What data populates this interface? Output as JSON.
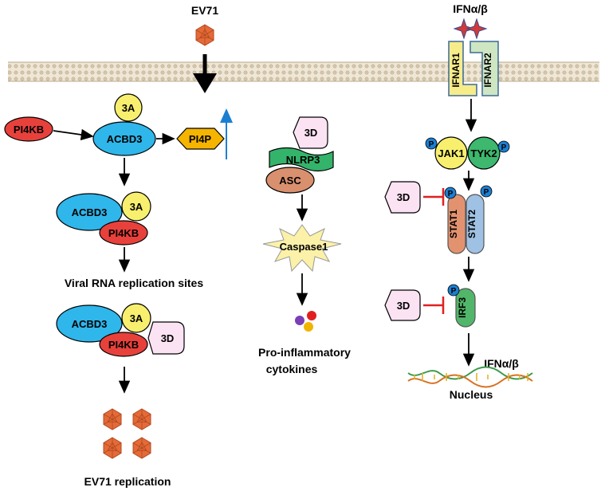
{
  "labels": {
    "ev71_top": "EV71",
    "ifn_top": "IFNα/β",
    "ifnar1": "IFNAR1",
    "ifnar2": "IFNAR2",
    "pi4kb": "PI4KB",
    "acbd3": "ACBD3",
    "a3": "3A",
    "pi4p": "PI4P",
    "viral_rna": "Viral RNA replication sites",
    "d3": "3D",
    "ev71_replication": "EV71 replication",
    "nlrp3": "NLRP3",
    "asc": "ASC",
    "caspase1": "Caspase1",
    "proinflam_line1": "Pro-inflammatory",
    "proinflam_line2": "cytokines",
    "jak1": "JAK1",
    "tyk2": "TYK2",
    "p": "P",
    "stat1": "STAT1",
    "stat2": "STAT2",
    "irf3": "IRF3",
    "ifn_bottom": "IFNα/β",
    "nucleus": "Nucleus"
  },
  "colors": {
    "pi4kb": "#e8413c",
    "acbd3": "#2fb6ea",
    "a3": "#f8ef6e",
    "pi4p": "#f5b400",
    "d3": "#fbe3f3",
    "nlrp3": "#34b36a",
    "asc": "#d9906e",
    "caspase": "#fbf1a8",
    "jak1": "#f8ef6e",
    "tyk2": "#3db86e",
    "phospho": "#1b7fd1",
    "stat1": "#e39270",
    "stat2": "#9fc1e4",
    "irf3": "#52b66a",
    "inhibit": "#e02020",
    "pi4p_arrow": "#1b7fd1",
    "ifnar1": "#f7ec8a",
    "ifnar2": "#cfe6c2",
    "star": "#d23a3a",
    "virion": "#e56a38"
  }
}
